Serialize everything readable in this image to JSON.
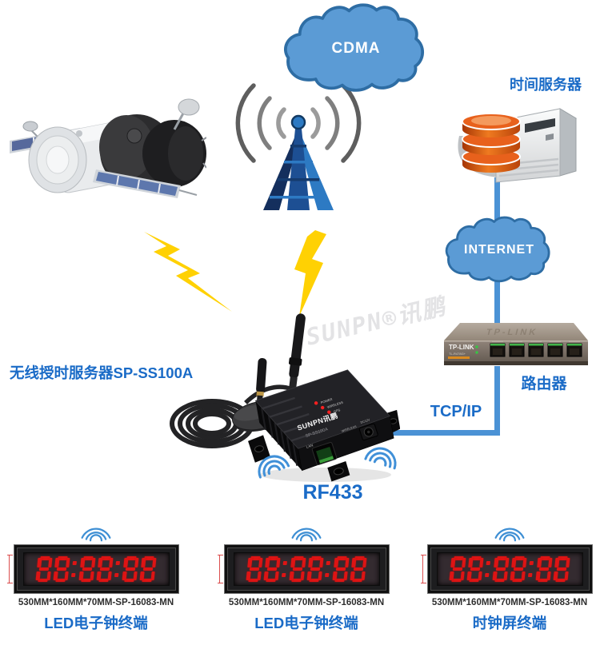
{
  "diagram": {
    "cdma_label": "CDMA",
    "internet_label": "INTERNET",
    "time_server_label": "时间服务器",
    "router_label": "路由器",
    "tcpip_label": "TCP/IP",
    "rf433_label": "RF433",
    "wireless_server_label": "无线授时服务器SP-SS100A",
    "watermark": "SUNPN®讯鹏"
  },
  "device": {
    "brand": "SUNPN讯鹏",
    "model": "SP-SS100A",
    "led_labels": [
      "POWER",
      "WIRELESS",
      "GPS"
    ],
    "lan_label": "LAN",
    "wireless_label": "WIRELESS",
    "dc_label": "DC12V"
  },
  "router": {
    "brand": "TP-LINK",
    "model": "TL-R478G+",
    "embossed": "TP-LINK"
  },
  "terminals": [
    {
      "time": "88:88:88",
      "dimensions": "530MM*160MM*70MM-SP-16083-MN",
      "label": "LED电子钟终端"
    },
    {
      "time": "88:88:88",
      "dimensions": "530MM*160MM*70MM-SP-16083-MN",
      "label": "LED电子钟终端"
    },
    {
      "time": "88:88:88",
      "dimensions": "530MM*160MM*70MM-SP-16083-MN",
      "label": "时钟屏终端"
    }
  ],
  "colors": {
    "accent_blue": "#1a6bc7",
    "connector_blue": "#4b92d5",
    "cloud_blue": "#5b9bd5",
    "cloud_border": "#2e6da4",
    "bolt_yellow": "#ffd103",
    "led_red": "#dd1414"
  }
}
